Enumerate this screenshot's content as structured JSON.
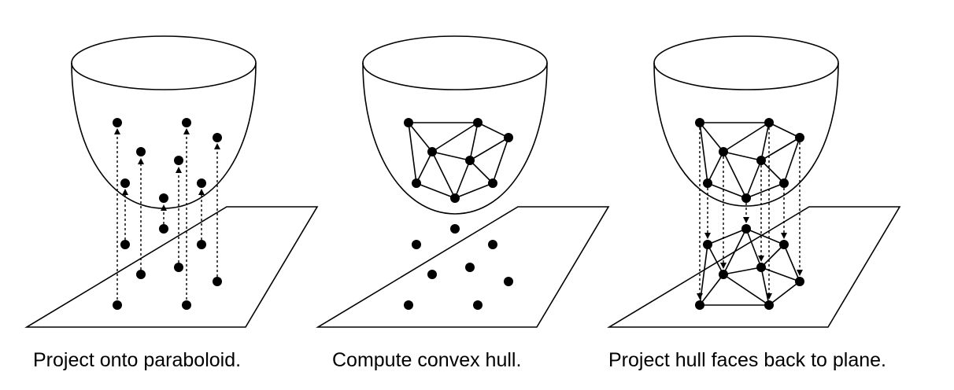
{
  "captions": {
    "panel1": "Project onto paraboloid.",
    "panel2": "Compute convex hull.",
    "panel3": "Project hull faces back to plane."
  },
  "colors": {
    "ink": "#000000",
    "background": "#ffffff"
  }
}
